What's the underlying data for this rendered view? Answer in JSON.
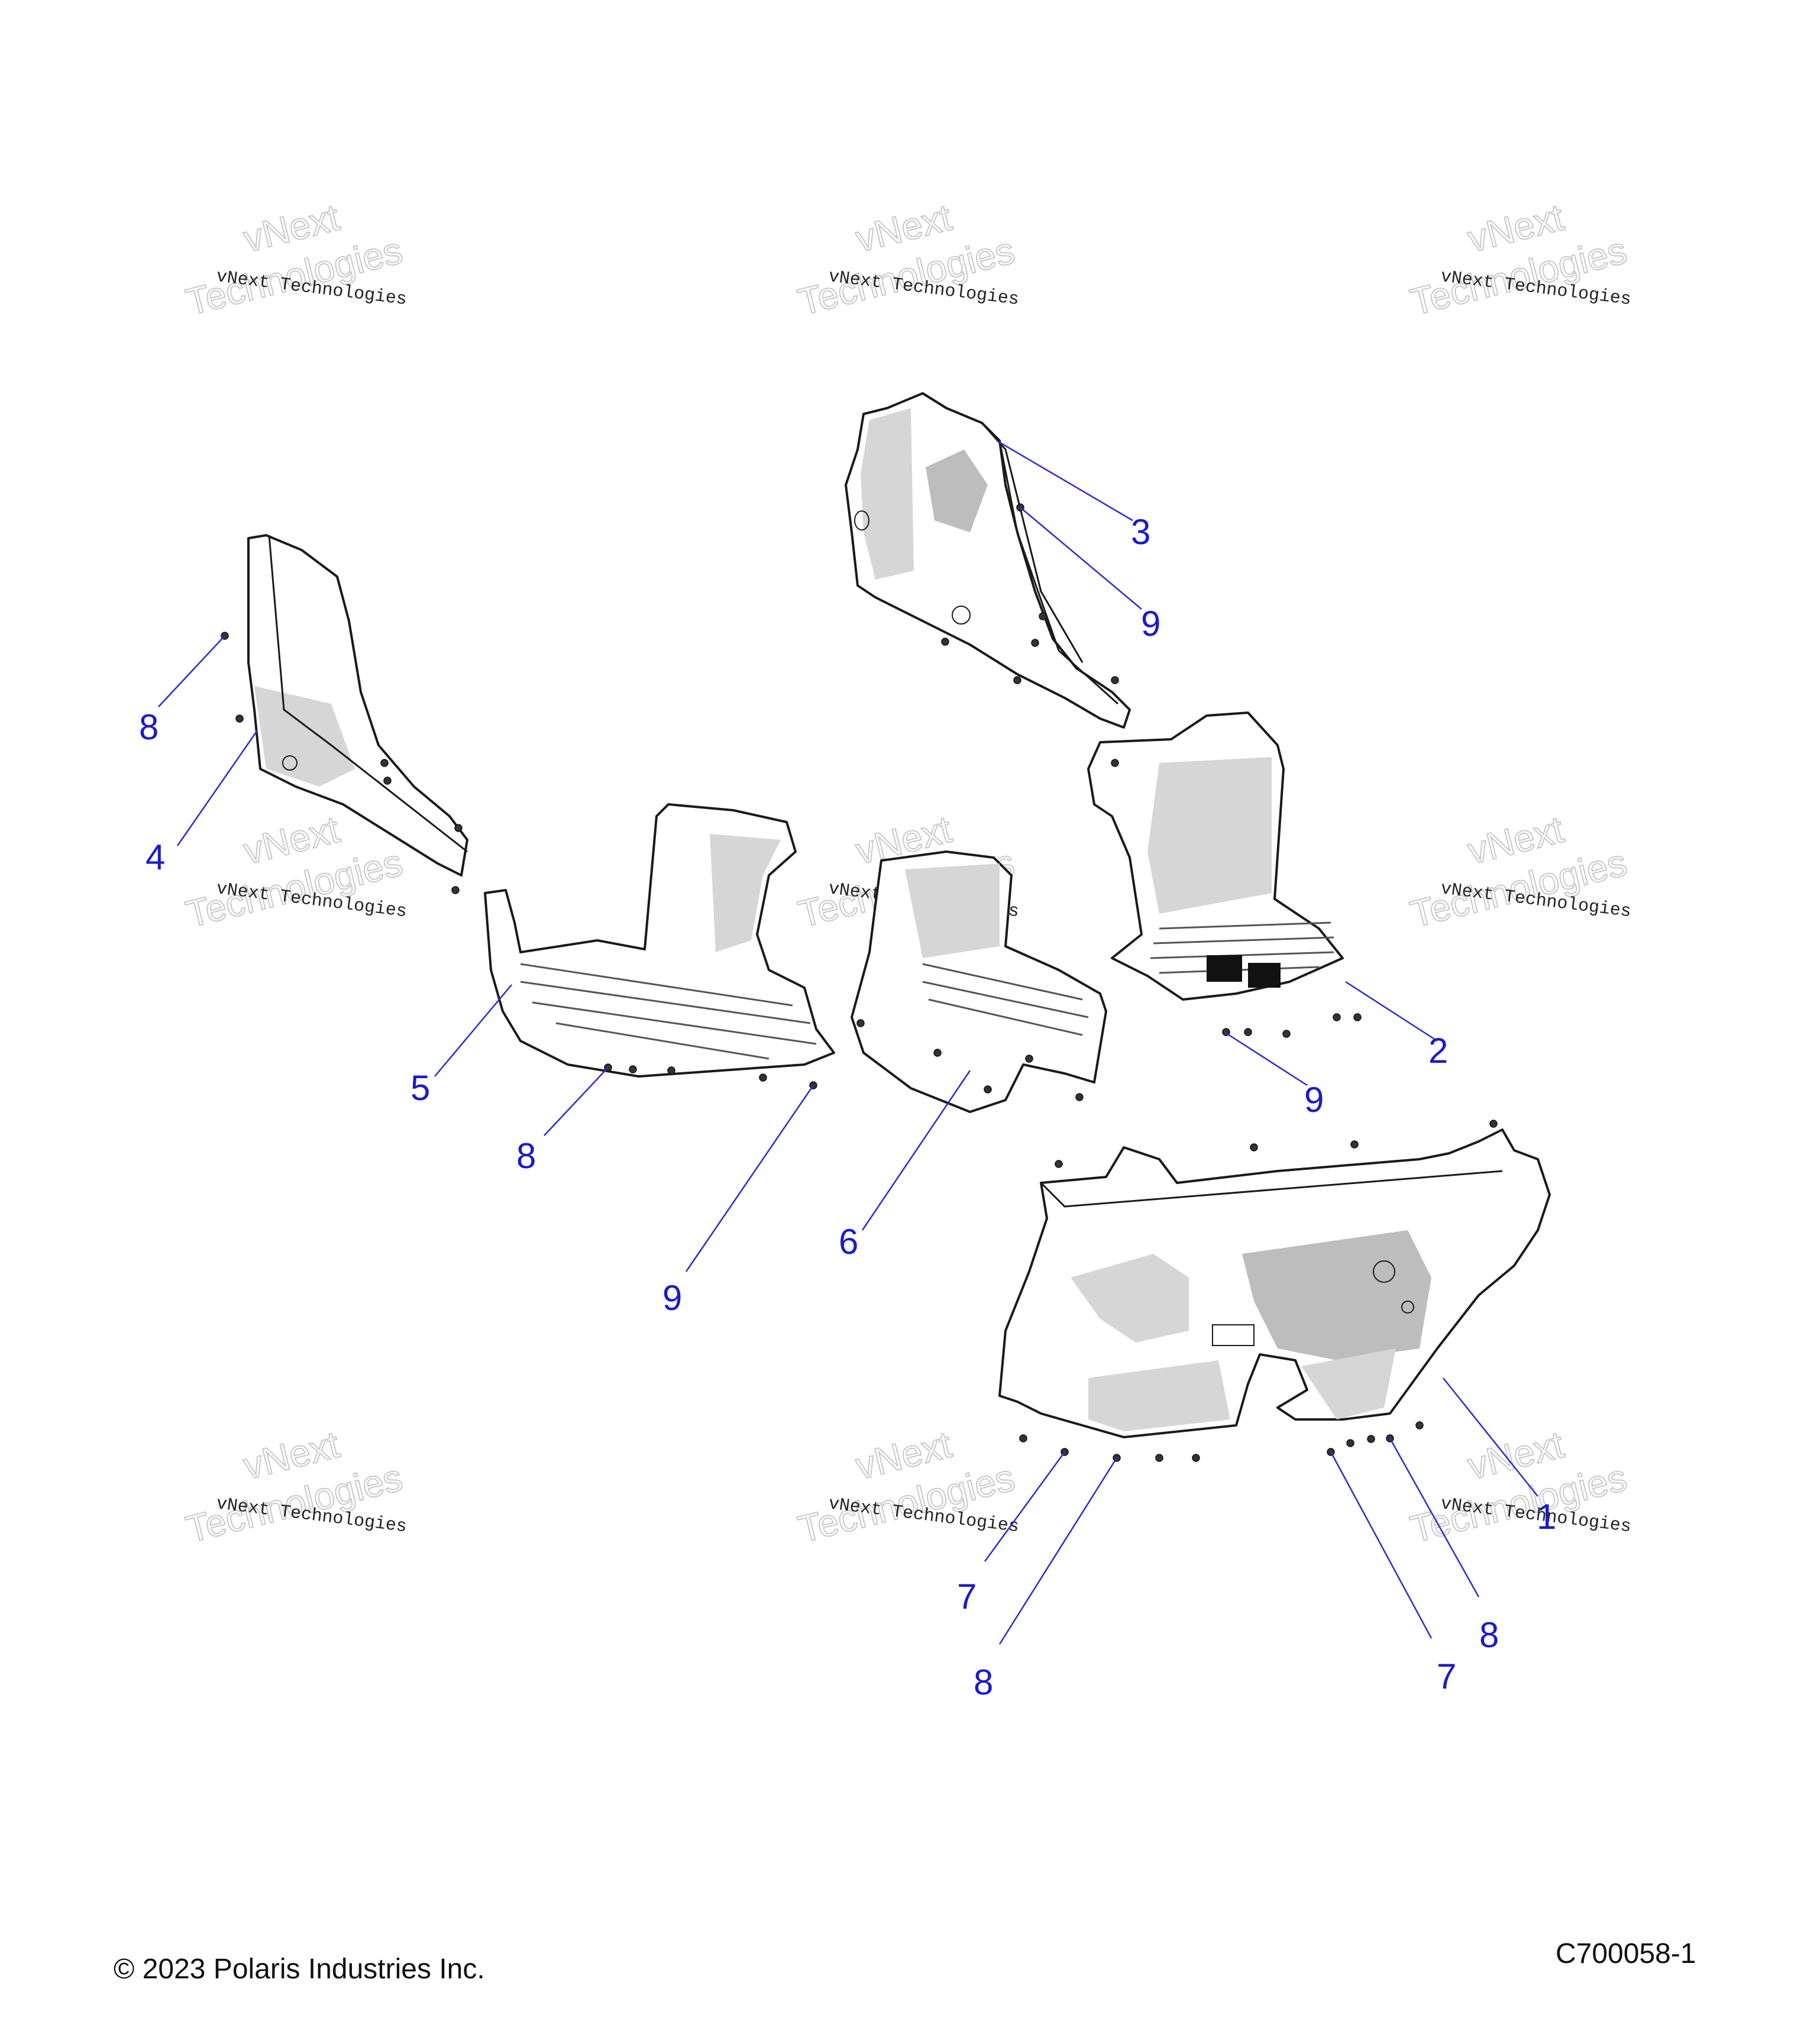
{
  "watermark": {
    "line": "vNext Technologies",
    "word1": "vNext",
    "word2": "Technologies"
  },
  "callouts": [
    {
      "id": "c1",
      "label": "1"
    },
    {
      "id": "c2",
      "label": "2"
    },
    {
      "id": "c3",
      "label": "3"
    },
    {
      "id": "c4",
      "label": "4"
    },
    {
      "id": "c5",
      "label": "5"
    },
    {
      "id": "c6",
      "label": "6"
    },
    {
      "id": "c7a",
      "label": "7"
    },
    {
      "id": "c7b",
      "label": "7"
    },
    {
      "id": "c8a",
      "label": "8"
    },
    {
      "id": "c8b",
      "label": "8"
    },
    {
      "id": "c8c",
      "label": "8"
    },
    {
      "id": "c8d",
      "label": "8"
    },
    {
      "id": "c9a",
      "label": "9"
    },
    {
      "id": "c9b",
      "label": "9"
    },
    {
      "id": "c9c",
      "label": "9"
    }
  ],
  "footer": {
    "copyright": "© 2023 Polaris Industries Inc.",
    "drawing_number": "C700058-1"
  }
}
